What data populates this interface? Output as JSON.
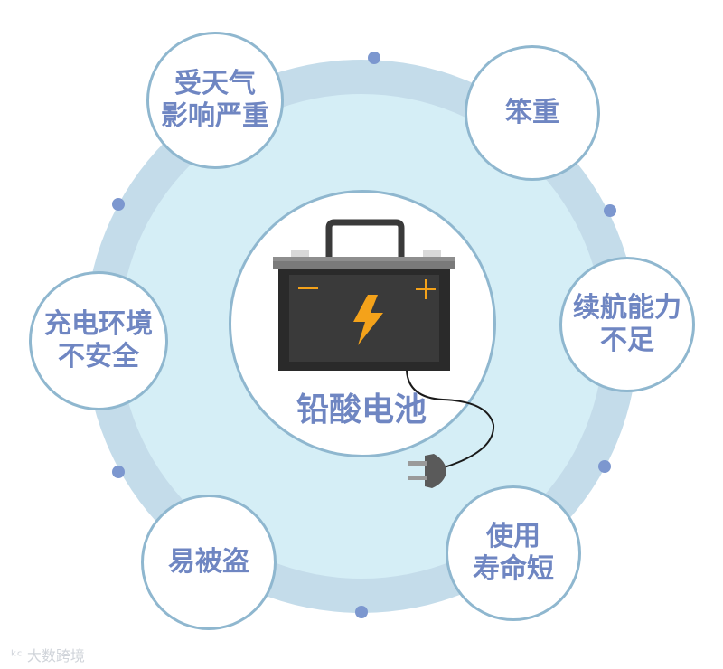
{
  "center": {
    "label": "铅酸电池",
    "icon": "car-battery-icon"
  },
  "nodes": [
    {
      "id": "weather",
      "line1": "受天气",
      "line2": "影响严重"
    },
    {
      "id": "heavy",
      "line1": "笨重",
      "line2": ""
    },
    {
      "id": "range",
      "line1": "续航能力",
      "line2": "不足"
    },
    {
      "id": "lifespan",
      "line1": "使用",
      "line2": "寿命短"
    },
    {
      "id": "theft",
      "line1": "易被盗",
      "line2": ""
    },
    {
      "id": "charging",
      "line1": "充电环境",
      "line2": "不安全"
    }
  ],
  "watermark": "大数跨境",
  "colors": {
    "ring_outer": "#c4dcea",
    "ring_inner": "#d5eef6",
    "border": "#8fb7cf",
    "text": "#6f86c2",
    "dot": "#7c97cf",
    "battery_body": "#2a2a2a",
    "battery_lid": "#7a7a7a",
    "bolt": "#f4a21a"
  }
}
